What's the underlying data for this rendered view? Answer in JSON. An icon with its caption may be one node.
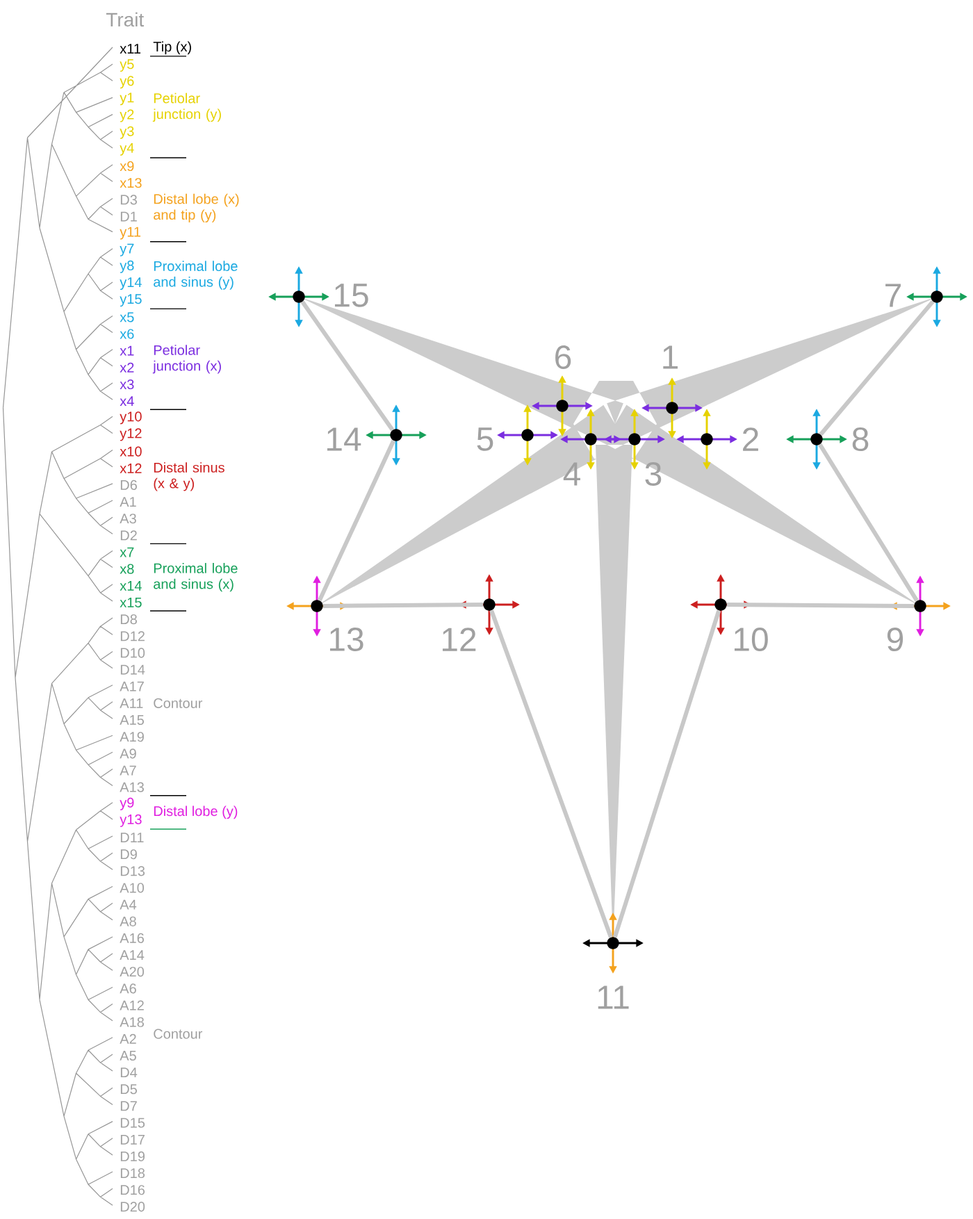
{
  "diagram": {
    "nodes": [
      {
        "text": [
          "1"
        ]
      },
      {
        "text": [
          "2"
        ]
      },
      {
        "text": [
          "3"
        ]
      },
      {
        "text": [
          "4"
        ]
      },
      {
        "text": [
          "5"
        ]
      },
      {
        "text": [
          "6"
        ]
      },
      {
        "text": [
          "7"
        ]
      },
      {
        "text": [
          "8"
        ]
      },
      {
        "text": [
          "9"
        ]
      },
      {
        "text": [
          "10"
        ]
      },
      {
        "text": [
          "11"
        ]
      },
      {
        "text": [
          "12"
        ]
      },
      {
        "text": [
          "13"
        ]
      },
      {
        "text": [
          "14"
        ]
      },
      {
        "text": [
          "15"
        ]
      }
    ],
    "edges": [
      {
        "from": 14,
        "to": 13,
        "arrow": "none"
      },
      {
        "from": 13,
        "to": 12,
        "arrow": "none"
      },
      {
        "from": 12,
        "to": 11,
        "arrow": "none"
      },
      {
        "from": 11,
        "to": 10,
        "arrow": "none"
      },
      {
        "from": 10,
        "to": 9,
        "arrow": "none"
      },
      {
        "from": 9,
        "to": 8,
        "arrow": "none"
      },
      {
        "from": 8,
        "to": 7,
        "arrow": "none"
      },
      {
        "from": 7,
        "to": 6,
        "arrow": "none"
      }
    ],
    "labels": [
      "Trait",
      "x11",
      "y5",
      "y6",
      "y1",
      "y2",
      "y3",
      "y4",
      "x9",
      "x13",
      "D3",
      "D1",
      "y11",
      "y7",
      "y8",
      "y14",
      "y15",
      "x5",
      "x6",
      "x1",
      "x2",
      "x3",
      "x4",
      "y10",
      "y12",
      "x10",
      "x12",
      "D6",
      "A1",
      "A3",
      "D2",
      "x7",
      "x8",
      "x14",
      "x15",
      "D8",
      "D12",
      "D10",
      "D14",
      "A17",
      "A11",
      "A15",
      "A19",
      "A9",
      "A7",
      "A13",
      "y9",
      "y13",
      "D11",
      "D9",
      "D13",
      "A10",
      "A4",
      "A8",
      "A16",
      "A14",
      "A20",
      "A6",
      "A12",
      "A18",
      "A2",
      "A5",
      "D4",
      "D5",
      "D7",
      "D15",
      "D17",
      "D19",
      "D18",
      "D16",
      "D20",
      "Tip (x)",
      "Petiolar junction (y)",
      "Distal lobe (x) and tip (y)",
      "Proximal lobe and sinus (y)",
      "Petiolar junction (x)",
      "Distal sinus (x & y)",
      "Proximal lobe and sinus (x)",
      "Contour",
      "Distal lobe (y)",
      "Contour"
    ]
  }
}
